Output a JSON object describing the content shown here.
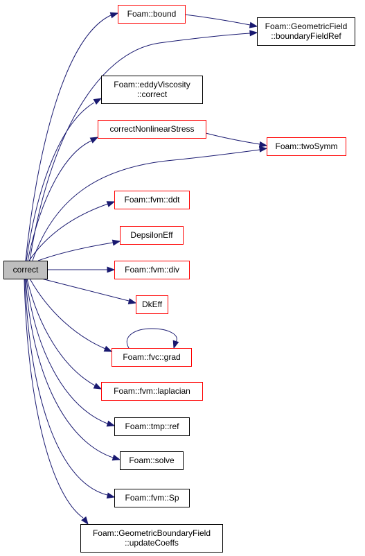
{
  "graph": {
    "colors": {
      "edge": "#191970",
      "border_default": "#000000",
      "border_highlight": "#ff0000",
      "root_fill": "#bfbfbf",
      "node_fill": "#ffffff"
    },
    "nodes": [
      {
        "id": "correct",
        "lines": [
          "correct"
        ],
        "style": "root"
      },
      {
        "id": "foam-bound",
        "lines": [
          "Foam::bound"
        ],
        "style": "highlight"
      },
      {
        "id": "geometric-field-boundary-field-ref",
        "lines": [
          "Foam::GeometricField",
          "::boundaryFieldRef"
        ],
        "style": "default"
      },
      {
        "id": "eddy-viscosity-correct",
        "lines": [
          "Foam::eddyViscosity",
          "::correct"
        ],
        "style": "default"
      },
      {
        "id": "correct-nonlinear-stress",
        "lines": [
          "correctNonlinearStress"
        ],
        "style": "highlight"
      },
      {
        "id": "foam-two-symm",
        "lines": [
          "Foam::twoSymm"
        ],
        "style": "highlight"
      },
      {
        "id": "foam-fvm-ddt",
        "lines": [
          "Foam::fvm::ddt"
        ],
        "style": "highlight"
      },
      {
        "id": "depsilon-eff",
        "lines": [
          "DepsilonEff"
        ],
        "style": "highlight"
      },
      {
        "id": "foam-fvm-div",
        "lines": [
          "Foam::fvm::div"
        ],
        "style": "highlight"
      },
      {
        "id": "dk-eff",
        "lines": [
          "DkEff"
        ],
        "style": "highlight"
      },
      {
        "id": "foam-fvc-grad",
        "lines": [
          "Foam::fvc::grad"
        ],
        "style": "highlight"
      },
      {
        "id": "foam-fvm-laplacian",
        "lines": [
          "Foam::fvm::laplacian"
        ],
        "style": "highlight"
      },
      {
        "id": "foam-tmp-ref",
        "lines": [
          "Foam::tmp::ref"
        ],
        "style": "default"
      },
      {
        "id": "foam-solve",
        "lines": [
          "Foam::solve"
        ],
        "style": "default"
      },
      {
        "id": "foam-fvm-sp",
        "lines": [
          "Foam::fvm::Sp"
        ],
        "style": "default"
      },
      {
        "id": "geometric-boundary-field-update-coeffs",
        "lines": [
          "Foam::GeometricBoundaryField",
          "::updateCoeffs"
        ],
        "style": "default"
      }
    ],
    "edges": [
      {
        "from": "correct",
        "to": "foam-bound"
      },
      {
        "from": "correct",
        "to": "geometric-field-boundary-field-ref"
      },
      {
        "from": "foam-bound",
        "to": "geometric-field-boundary-field-ref"
      },
      {
        "from": "correct",
        "to": "eddy-viscosity-correct"
      },
      {
        "from": "correct",
        "to": "correct-nonlinear-stress"
      },
      {
        "from": "correct-nonlinear-stress",
        "to": "foam-two-symm"
      },
      {
        "from": "correct",
        "to": "foam-two-symm"
      },
      {
        "from": "correct",
        "to": "foam-fvm-ddt"
      },
      {
        "from": "correct",
        "to": "depsilon-eff"
      },
      {
        "from": "correct",
        "to": "foam-fvm-div"
      },
      {
        "from": "correct",
        "to": "dk-eff"
      },
      {
        "from": "correct",
        "to": "foam-fvc-grad"
      },
      {
        "from": "foam-fvc-grad",
        "to": "foam-fvc-grad"
      },
      {
        "from": "correct",
        "to": "foam-fvm-laplacian"
      },
      {
        "from": "correct",
        "to": "foam-tmp-ref"
      },
      {
        "from": "correct",
        "to": "foam-solve"
      },
      {
        "from": "correct",
        "to": "foam-fvm-sp"
      },
      {
        "from": "correct",
        "to": "geometric-boundary-field-update-coeffs"
      }
    ]
  }
}
